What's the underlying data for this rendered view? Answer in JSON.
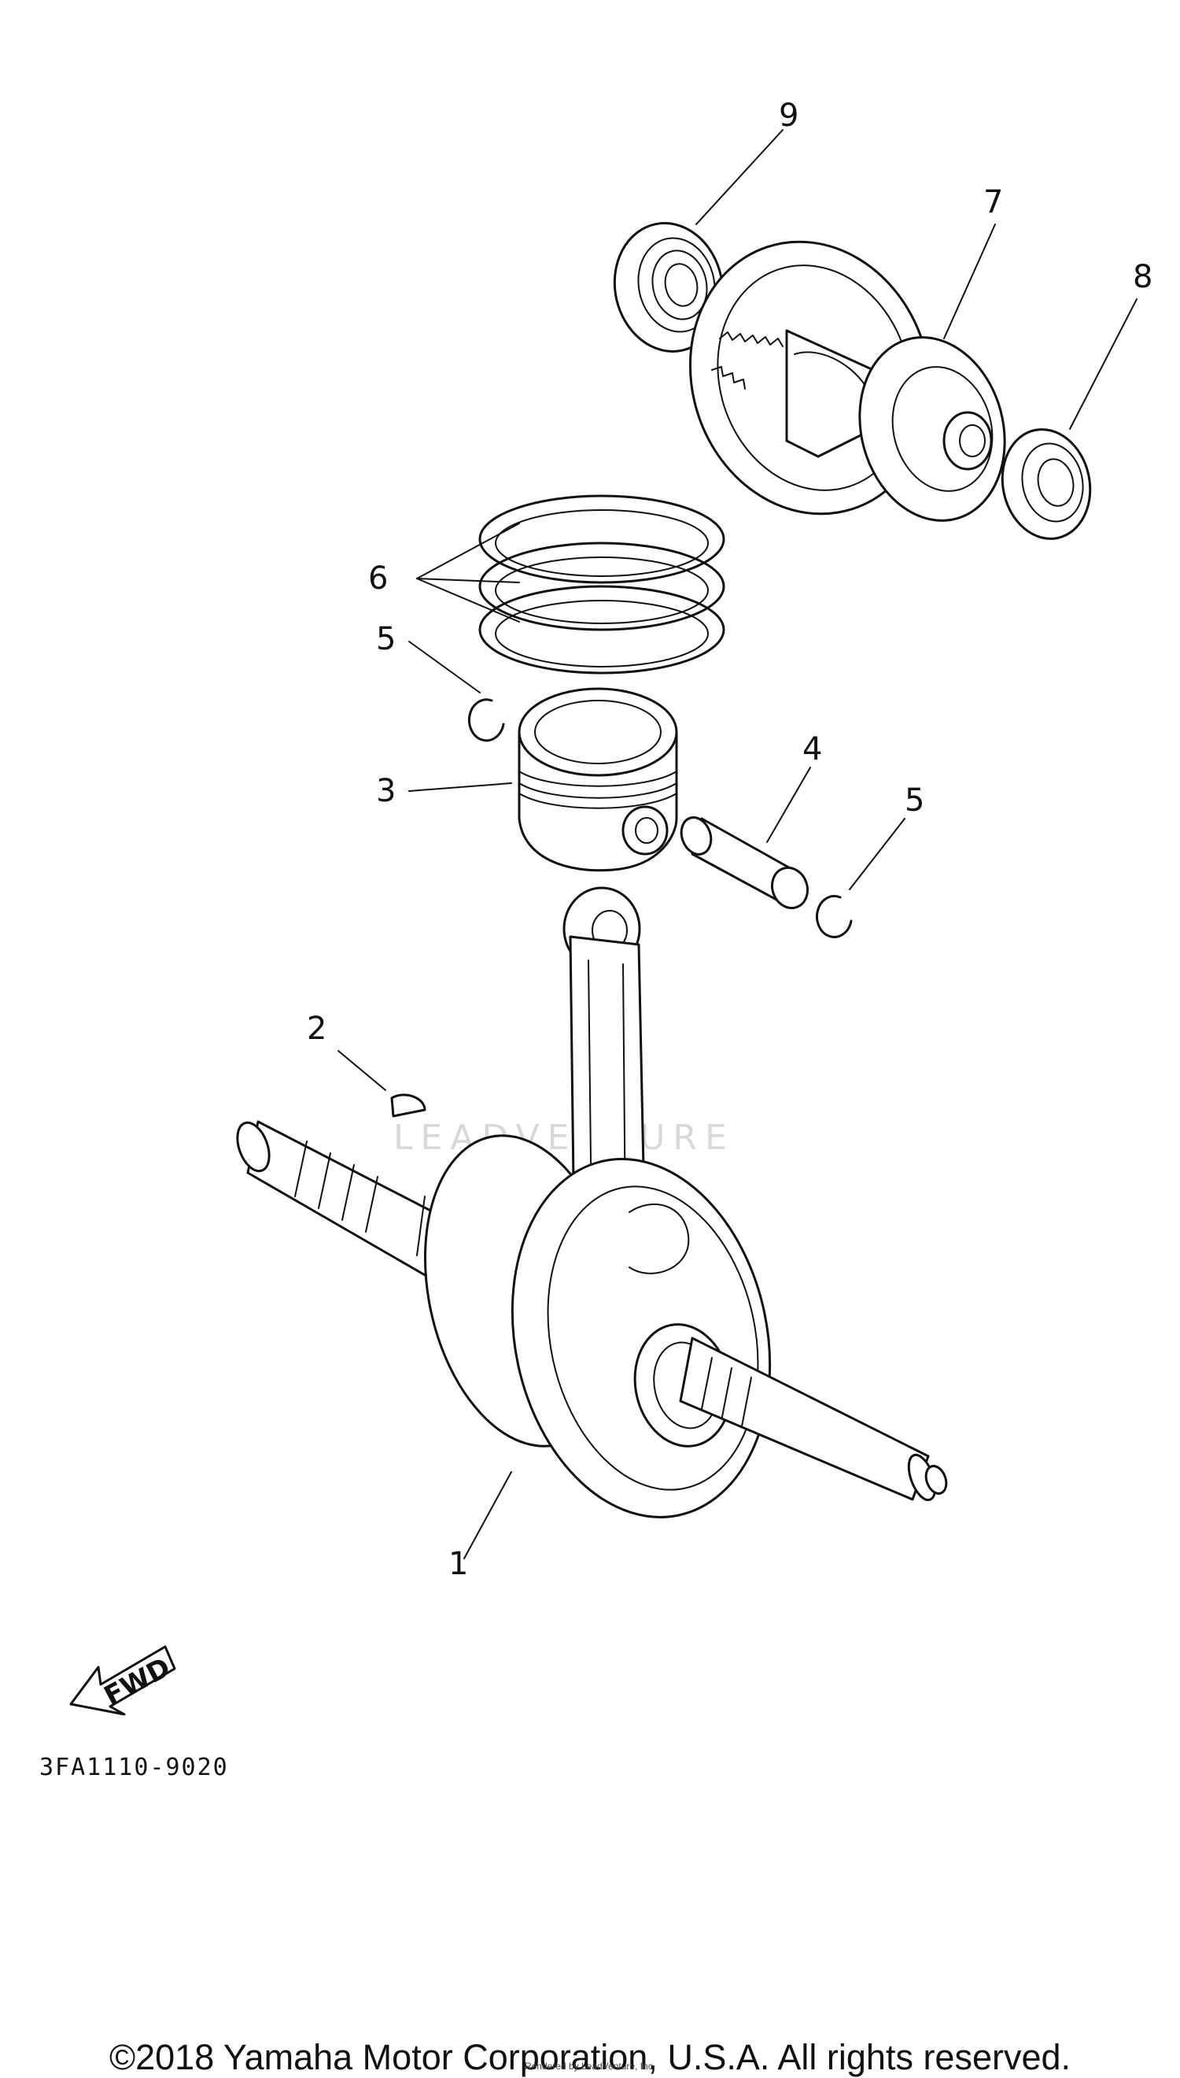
{
  "diagram": {
    "callouts": [
      "1",
      "2",
      "3",
      "4",
      "5",
      "5",
      "6",
      "7",
      "8",
      "9"
    ],
    "fwd_label": "FWD",
    "part_code": "3FA1110-9020",
    "watermark": "LEADVENTURE"
  },
  "footer": {
    "copyright": "©2018 Yamaha Motor Corporation, U.S.A. All rights reserved.",
    "rendered_by": "Rendered by LeadVenture, Inc."
  }
}
